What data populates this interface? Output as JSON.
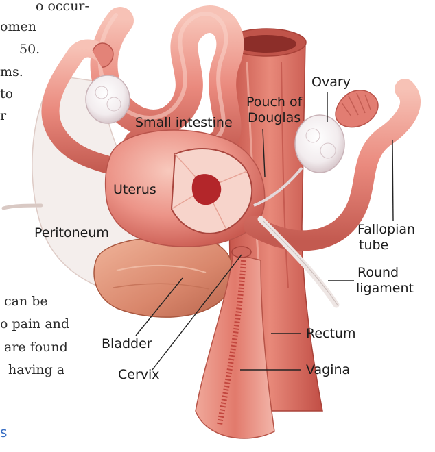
{
  "page_text": {
    "left_column": [
      "o occur-",
      "omen",
      "50.",
      "ms.",
      "to",
      "r",
      "can be",
      "o pain and",
      "are found",
      "having a"
    ],
    "bottom_accent": "s"
  },
  "labels": {
    "small_intestine": "Small intestine",
    "pouch_line1": "Pouch of",
    "pouch_line2": "Douglas",
    "ovary": "Ovary",
    "uterus": "Uterus",
    "peritoneum": "Peritoneum",
    "fallopian_line1": "Fallopian",
    "fallopian_line2": "tube",
    "round_line1": "Round",
    "round_line2": "ligament",
    "rectum": "Rectum",
    "bladder": "Bladder",
    "cervix": "Cervix",
    "vagina": "Vagina"
  },
  "colors": {
    "tissue": "#e88a80",
    "tissue_light": "#f6c0b4",
    "tissue_dark": "#c2574f",
    "ovary": "#f3eef0",
    "rectum": "#d86a5e",
    "bladder": "#dd8e74",
    "background": "#ffffff"
  }
}
